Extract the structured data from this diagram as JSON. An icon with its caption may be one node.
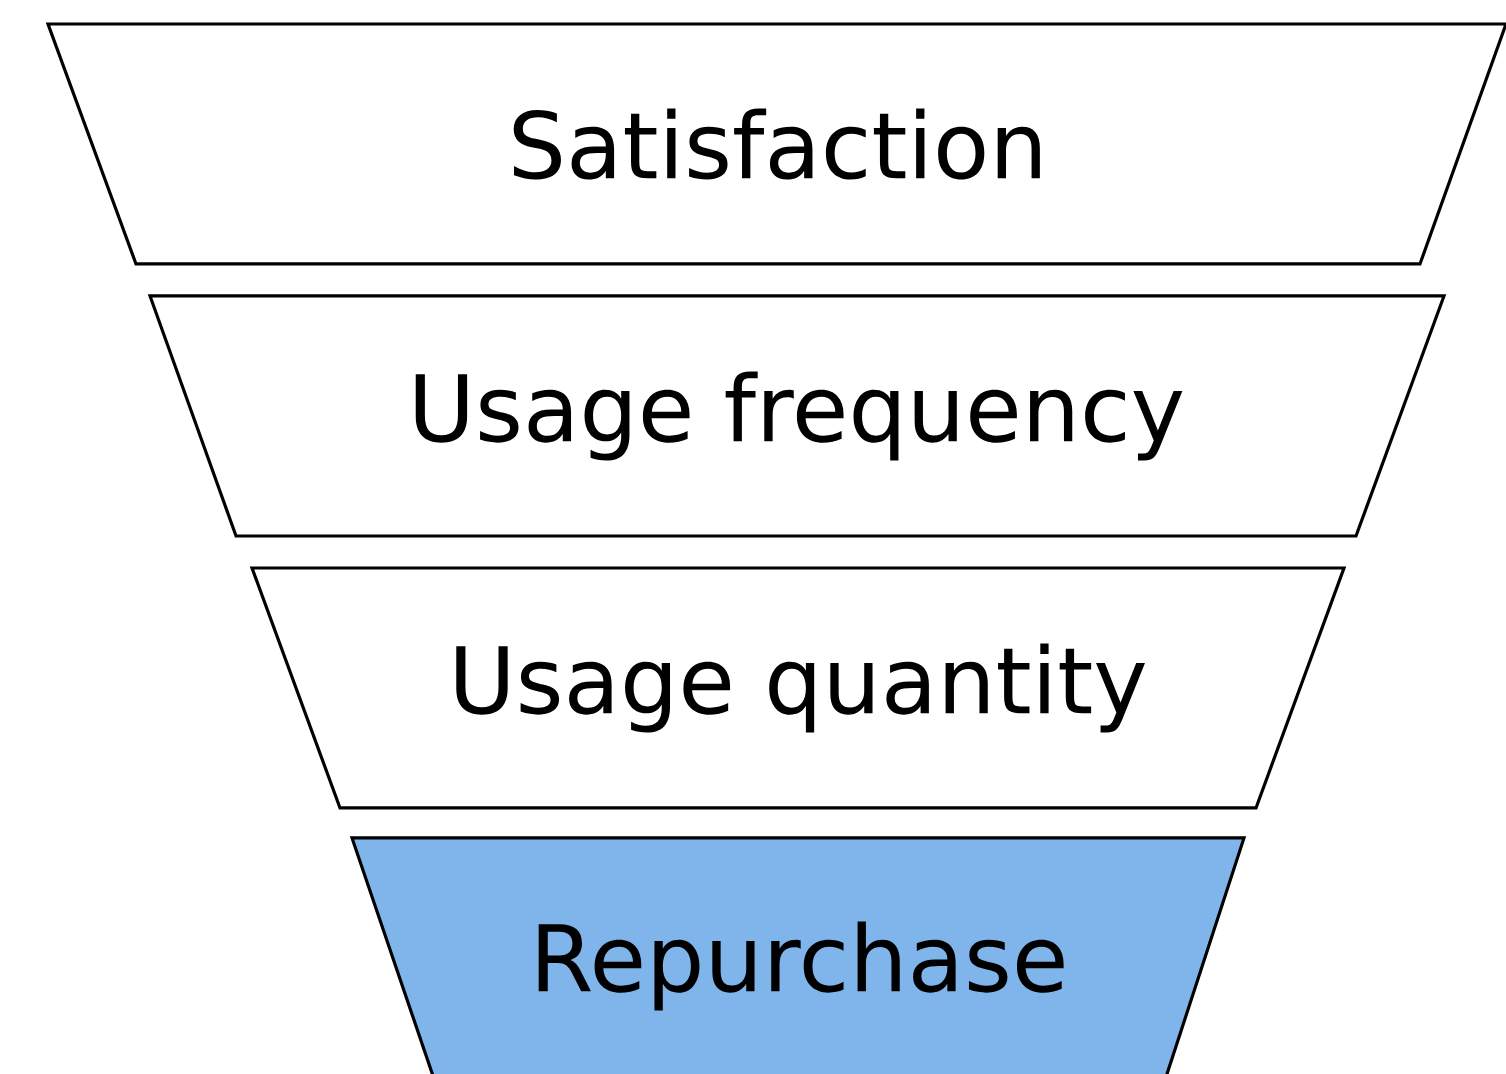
{
  "diagram": {
    "nodes": [
      {
        "text": [
          "Satisfaction"
        ]
      },
      {
        "text": [
          "Usage frequency"
        ]
      },
      {
        "text": [
          "Usage quantity"
        ]
      },
      {
        "text": [
          "Repurchase"
        ]
      }
    ]
  }
}
